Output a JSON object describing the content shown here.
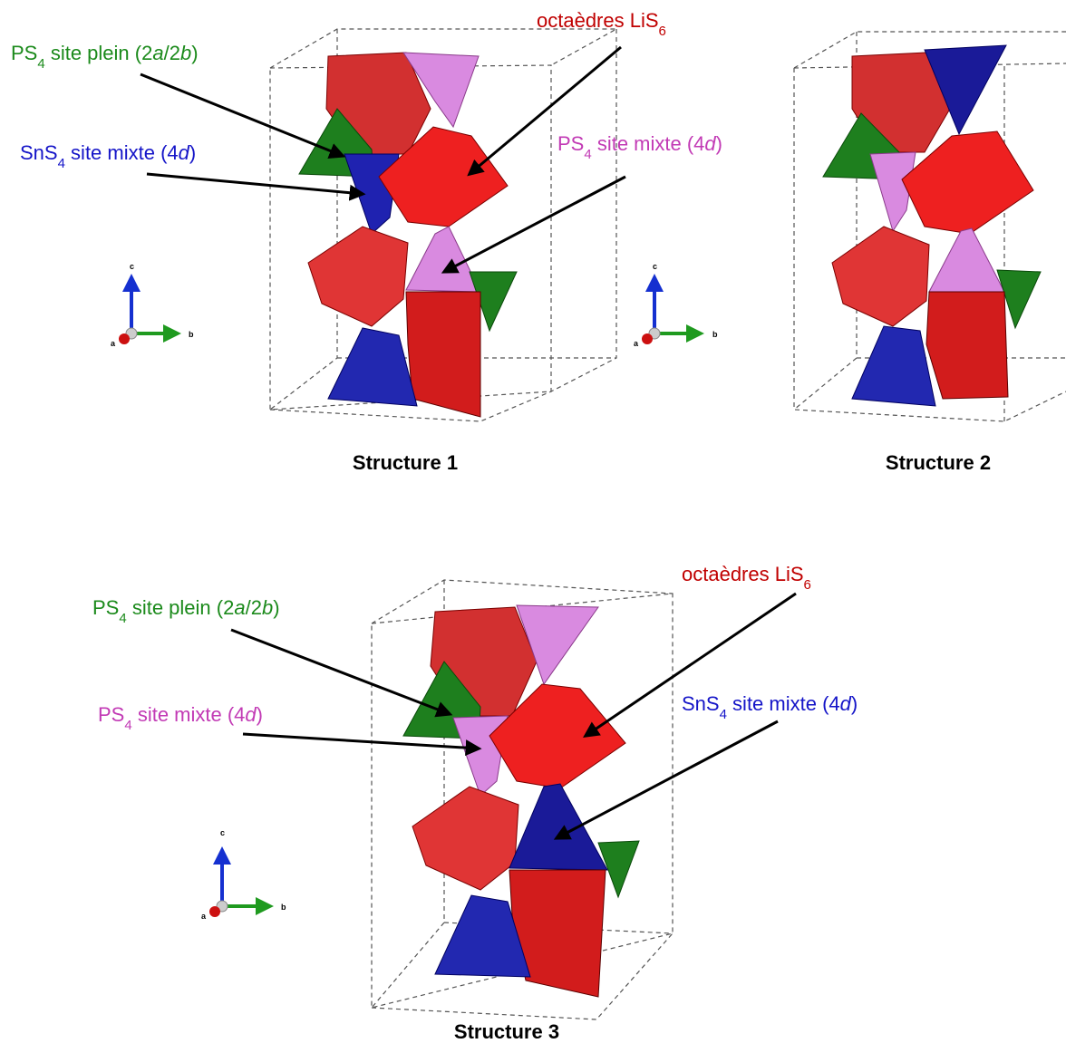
{
  "colors": {
    "green": "#1b8a1b",
    "blue": "#1515c8",
    "magenta": "#c23ab5",
    "darkred": "#c00000",
    "red_poly": "#e33030",
    "blue_poly": "#1f22b0",
    "magenta_poly": "#d98ae0",
    "green_poly": "#1e7f1e"
  },
  "axes": {
    "c": "c",
    "b": "b",
    "a": "a"
  },
  "structures": [
    {
      "caption": "Structure 1",
      "labels": {
        "ps4_plein": {
          "pre": "PS",
          "sub": "4",
          "mid": " site plein (2",
          "i1": "a",
          "mid2": "/2",
          "i2": "b",
          "post": ")"
        },
        "sns4_mixte": {
          "pre": "SnS",
          "sub": "4",
          "mid": " site mixte (4",
          "i1": "d",
          "post": ")"
        },
        "lis6": {
          "pre": "octaèdres LiS",
          "sub": "6"
        },
        "ps4_mixte": {
          "pre": "PS",
          "sub": "4",
          "mid": " site mixte (4",
          "i1": "d",
          "post": ")"
        }
      }
    },
    {
      "caption": "Structure 2"
    },
    {
      "caption": "Structure 3",
      "labels": {
        "ps4_plein": {
          "pre": "PS",
          "sub": "4",
          "mid": " site plein (2",
          "i1": "a",
          "mid2": "/2",
          "i2": "b",
          "post": ")"
        },
        "lis6": {
          "pre": "octaèdres LiS",
          "sub": "6"
        },
        "ps4_mixte": {
          "pre": "PS",
          "sub": "4",
          "mid": " site mixte (4",
          "i1": "d",
          "post": ")"
        },
        "sns4_mixte": {
          "pre": "SnS",
          "sub": "4",
          "mid": " site mixte (4",
          "i1": "d",
          "post": ")"
        }
      }
    }
  ]
}
